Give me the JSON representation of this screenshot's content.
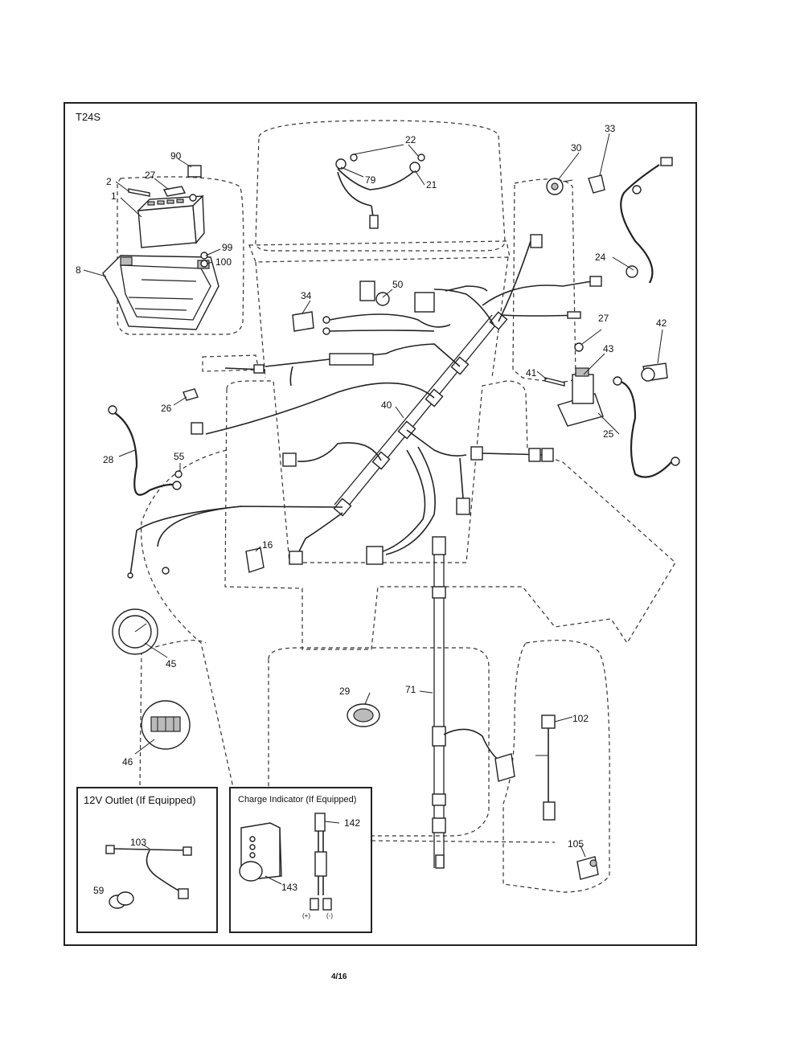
{
  "diagram": {
    "code": "T24S",
    "page_number": "4/16",
    "callouts": {
      "c1": "1",
      "c2": "2",
      "c8": "8",
      "c90": "90",
      "c27a": "27",
      "c99": "99",
      "c100": "100",
      "c22": "22",
      "c79": "79",
      "c21": "21",
      "c30": "30",
      "c33": "33",
      "c24": "24",
      "c34": "34",
      "c50": "50",
      "c27b": "27",
      "c42": "42",
      "c43": "43",
      "c41": "41",
      "c25": "25",
      "c26": "26",
      "c40": "40",
      "c28": "28",
      "c55": "55",
      "c16": "16",
      "c45": "45",
      "c46": "46",
      "c29": "29",
      "c71": "71",
      "c102": "102",
      "c105": "105",
      "c103": "103",
      "c59": "59",
      "c142": "142",
      "c143": "143"
    },
    "insets": {
      "outlet_title": "12V Outlet (If Equipped)",
      "charge_title": "Charge Indicator (If Equipped)",
      "plus": "(+)",
      "minus": "(-)"
    }
  }
}
